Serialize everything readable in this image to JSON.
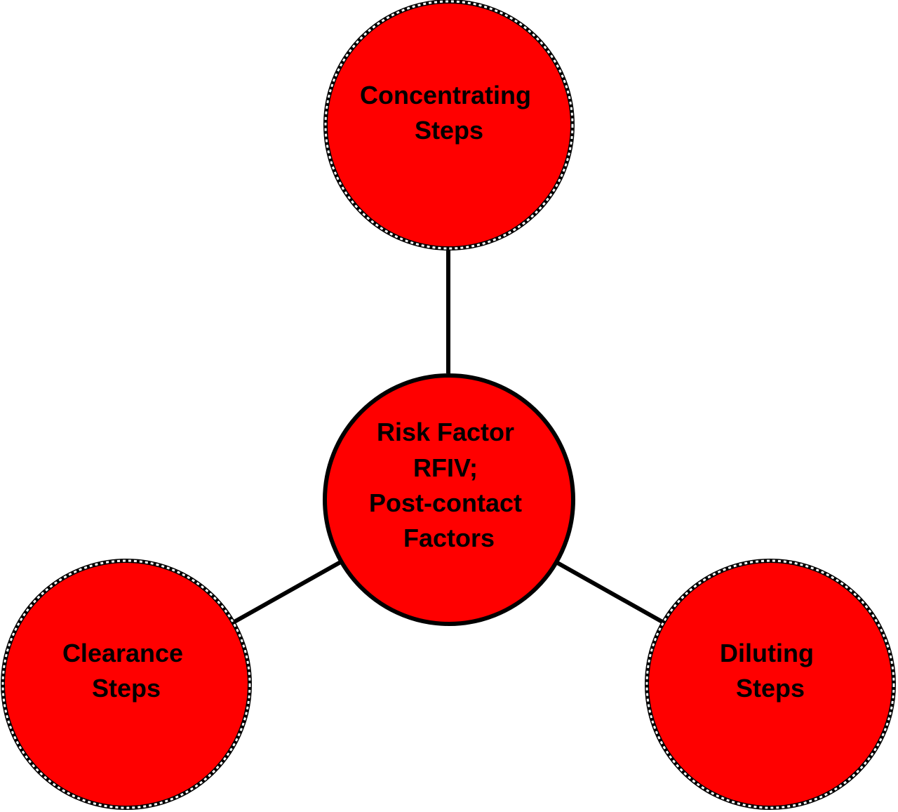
{
  "colors": {
    "node_fill": "#ff0000",
    "outline": "#000000",
    "dash_accent": "#ffffff",
    "connector": "#000000",
    "background": "#ffffff"
  },
  "center": {
    "line1": "Risk Factor",
    "line2": "RFIV;",
    "line3": "Post-contact",
    "line4": "Factors"
  },
  "top": {
    "line1": "Concentrating",
    "line2": "Steps"
  },
  "left": {
    "line1": "Clearance",
    "line2": "Steps"
  },
  "right": {
    "line1": "Diluting",
    "line2": "Steps"
  }
}
